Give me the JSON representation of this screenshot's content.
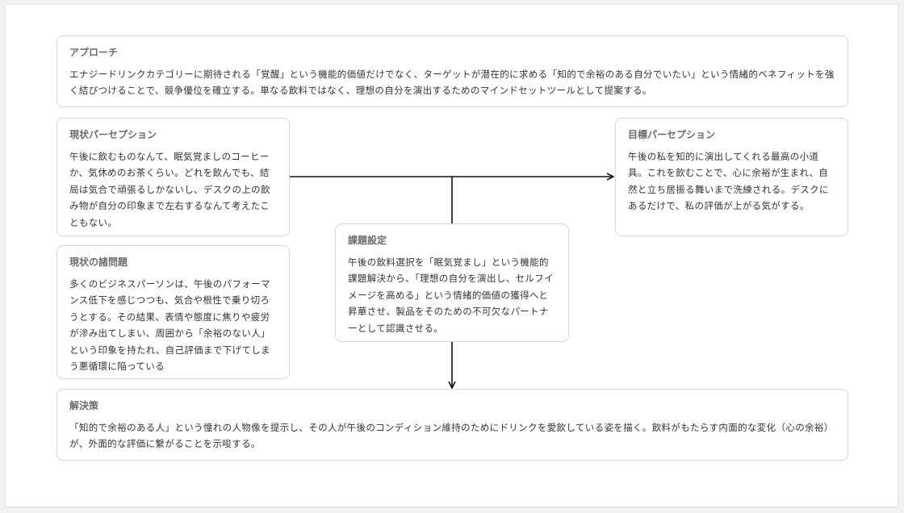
{
  "diagram": {
    "approach": {
      "title": "アプローチ",
      "body": "エナジードリンクカテゴリーに期待される「覚醒」という機能的価値だけでなく、ターゲットが潜在的に求める「知的で余裕のある自分でいたい」という情緒的ベネフィットを強く結びつけることで、競争優位を確立する。単なる飲料ではなく、理想の自分を演出するためのマインドセットツールとして提案する。"
    },
    "current_perception": {
      "title": "現状パーセプション",
      "body": "午後に飲むものなんて、眠気覚ましのコーヒーか、気休めのお茶くらい。どれを飲んでも、結局は気合で頑張るしかないし、デスクの上の飲み物が自分の印象まで左右するなんて考えたこともない。"
    },
    "target_perception": {
      "title": "目標パーセプション",
      "body": "午後の私を知的に演出してくれる最高の小道具。これを飲むことで、心に余裕が生まれ、自然と立ち居振る舞いまで洗練される。デスクにあるだけで、私の評価が上がる気がする。"
    },
    "current_issues": {
      "title": "現状の諸問題",
      "body": "多くのビジネスパーソンは、午後のパフォーマンス低下を感じつつも、気合や根性で乗り切ろうとする。その結果、表情や態度に焦りや疲労が滲み出てしまい、周囲から「余裕のない人」という印象を持たれ、自己評価まで下げてしまう悪循環に陥っている"
    },
    "challenge": {
      "title": "課題設定",
      "body": "午後の飲料選択を「眠気覚まし」という機能的課題解決から、「理想の自分を演出し、セルフイメージを高める」という情緒的価値の獲得へと昇華させ、製品をそのための不可欠なパートナーとして認識させる。"
    },
    "solution": {
      "title": "解決策",
      "body": "「知的で余裕のある人」という憧れの人物像を提示し、その人が午後のコンディション維持のためにドリンクを愛飲している姿を描く。飲料がもたらす内面的な変化（心の余裕）が、外面的な評価に繋がることを示唆する。"
    }
  },
  "colors": {
    "box_border": "#d7d7d7",
    "title_text": "#6c6c6c",
    "body_text": "#333333",
    "arrow": "#111111"
  }
}
